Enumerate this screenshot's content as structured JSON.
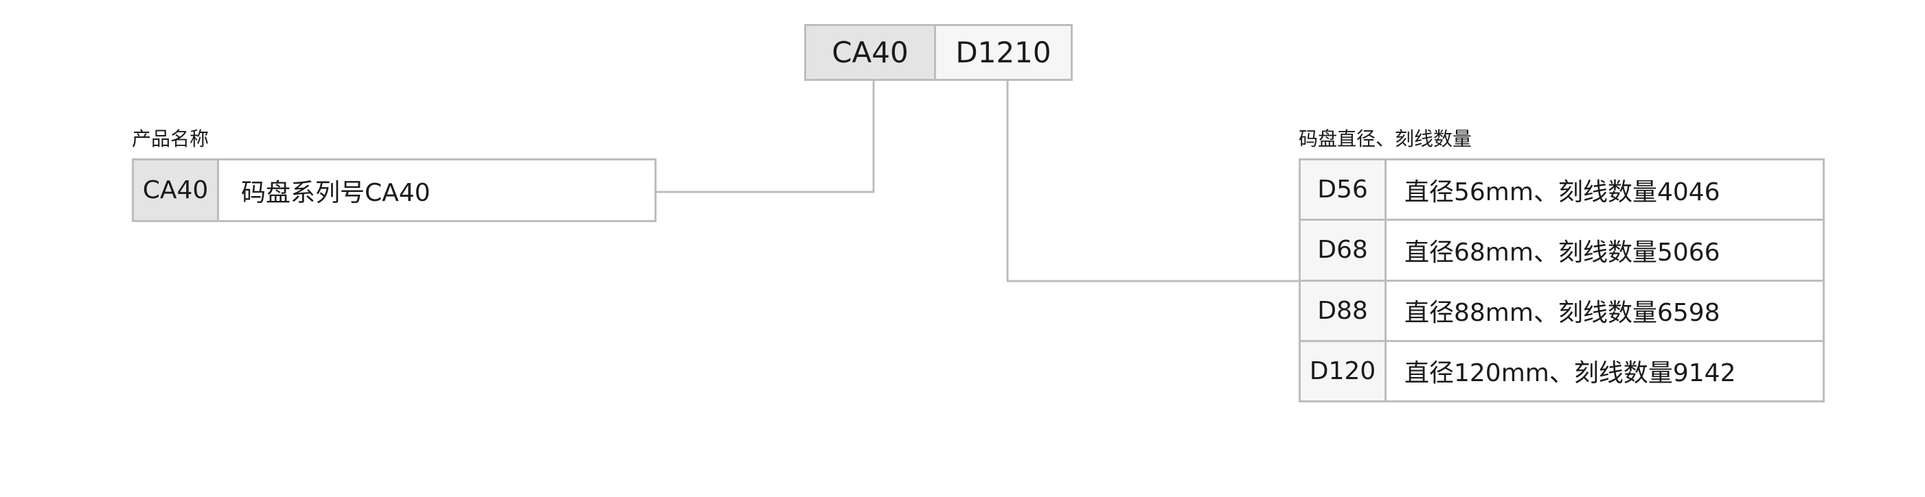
{
  "code": {
    "series": "CA40",
    "suffix": "D1210"
  },
  "product_name": {
    "caption": "产品名称",
    "code": "CA40",
    "description": "码盘系列号CA40"
  },
  "disc": {
    "caption": "码盘直径、刻线数量",
    "options": [
      {
        "code": "D56",
        "description": "直径56mm、刻线数量4046"
      },
      {
        "code": "D68",
        "description": "直径68mm、刻线数量5066"
      },
      {
        "code": "D88",
        "description": "直径88mm、刻线数量6598"
      },
      {
        "code": "D120",
        "description": "直径120mm、刻线数量9142"
      }
    ]
  }
}
